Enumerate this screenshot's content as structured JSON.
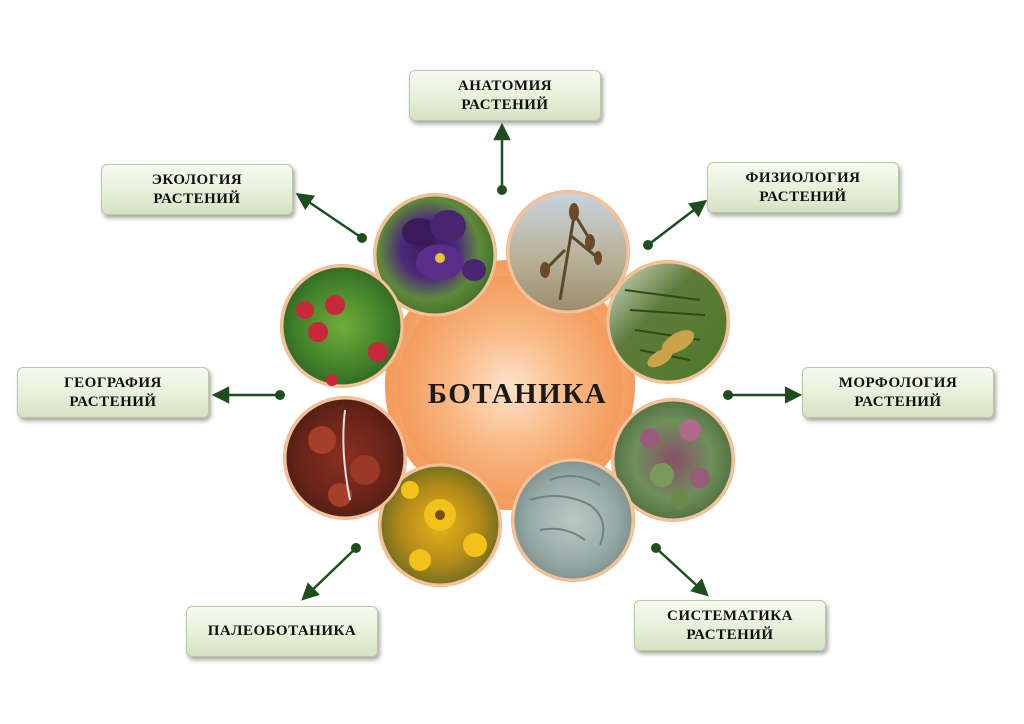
{
  "center": {
    "title": "БОТАНИКА"
  },
  "colors": {
    "arrow": "#1e4d1e",
    "box_border": "#b9c9a6",
    "center_fill": "#f7a86a",
    "petal_rim": "#f3c29a"
  },
  "branches": {
    "anatomy": {
      "line1": "АНАТОМИЯ",
      "line2": "РАСТЕНИЙ"
    },
    "ecology": {
      "line1": "ЭКОЛОГИЯ",
      "line2": "РАСТЕНИЙ"
    },
    "physiology": {
      "line1": "ФИЗИОЛОГИЯ",
      "line2": "РАСТЕНИЙ"
    },
    "geography": {
      "line1": "ГЕОГРАФИЯ",
      "line2": "РАСТЕНИЙ"
    },
    "morphology": {
      "line1": "МОРФОЛОГИЯ",
      "line2": "РАСТЕНИЙ"
    },
    "paleo": {
      "line1": "ПАЛЕОБОТАНИКА"
    },
    "systematics": {
      "line1": "СИСТЕМАТИКА",
      "line2": "РАСТЕНИЙ"
    }
  },
  "photos": [
    {
      "name": "pansy-photo"
    },
    {
      "name": "grass-seed-photo"
    },
    {
      "name": "pine-photo"
    },
    {
      "name": "leaves-photo"
    },
    {
      "name": "lichen-photo"
    },
    {
      "name": "yellow-flowers-photo"
    },
    {
      "name": "sundew-photo"
    },
    {
      "name": "raspberry-photo"
    }
  ]
}
